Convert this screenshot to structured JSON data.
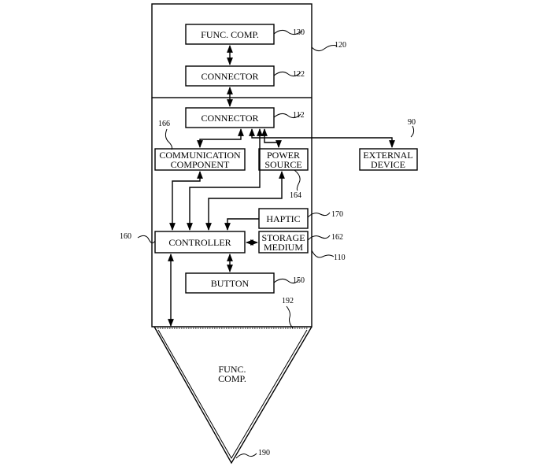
{
  "module_functional_component": {
    "label": "FUNC. COMP.",
    "ref": "130"
  },
  "module_housing": {
    "ref": "120"
  },
  "module_connector": {
    "label": "CONNECTOR",
    "ref": "122"
  },
  "device_connector": {
    "label": "CONNECTOR",
    "ref": "112"
  },
  "communication_component": {
    "line1": "COMMUNICATION",
    "line2": "COMPONENT",
    "ref": "166"
  },
  "power_source": {
    "line1": "POWER",
    "line2": "SOURCE",
    "ref": "164"
  },
  "external_device": {
    "line1": "EXTERNAL",
    "line2": "DEVICE",
    "ref": "90"
  },
  "haptic": {
    "label": "HAPTIC",
    "ref": "170"
  },
  "storage_medium": {
    "line1": "STORAGE",
    "line2": "MEDIUM",
    "ref": "162"
  },
  "controller": {
    "label": "CONTROLLER",
    "ref": "160"
  },
  "button": {
    "label": "BUTTON",
    "ref": "150"
  },
  "device_housing": {
    "ref": "110"
  },
  "tip_boundary": {
    "ref": "192"
  },
  "tip_functional_component": {
    "line1": "FUNC.",
    "line2": "COMP.",
    "ref": "190"
  }
}
